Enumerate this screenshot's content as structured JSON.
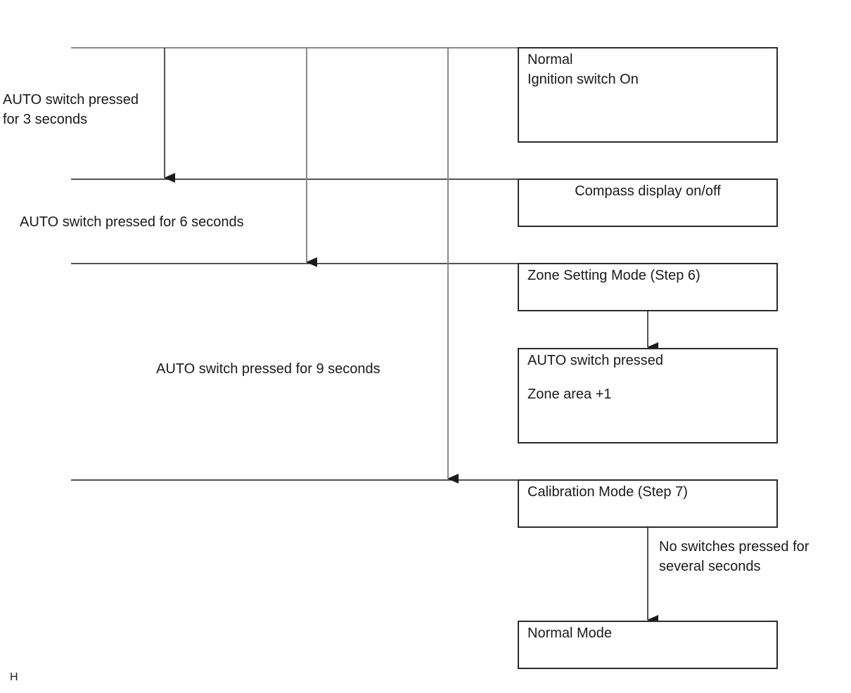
{
  "boxes": {
    "normal": {
      "line1": "Normal",
      "line2": "Ignition switch On"
    },
    "compass": {
      "text": "Compass display on/off"
    },
    "zone_setting": {
      "text": "Zone Setting Mode (Step 6)"
    },
    "auto_pressed": {
      "line1": "AUTO switch pressed",
      "line2": "Zone area +1"
    },
    "calibration": {
      "text": "Calibration Mode (Step 7)"
    },
    "normal_mode": {
      "text": "Normal Mode"
    }
  },
  "labels": {
    "auto_3s": {
      "line1": "AUTO switch pressed",
      "line2": "for 3 seconds"
    },
    "auto_6s": "AUTO switch pressed for 6 seconds",
    "auto_9s": "AUTO switch pressed for 9 seconds",
    "no_switches": {
      "line1": "No switches pressed for",
      "line2": "several seconds"
    }
  },
  "corner_mark": "H"
}
